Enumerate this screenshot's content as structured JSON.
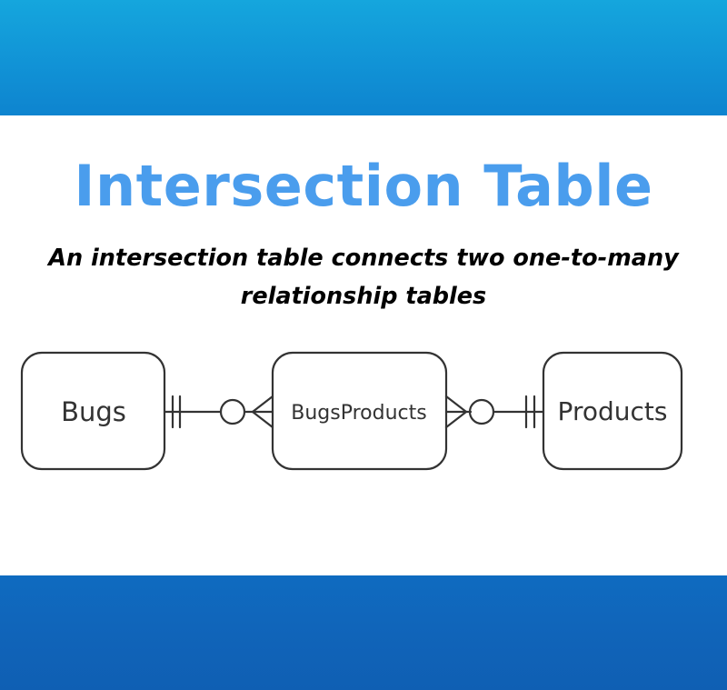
{
  "title": "Intersection Table",
  "subtitle_line1": "An intersection table connects two one-to-many",
  "subtitle_line2": "relationship tables",
  "diagram": {
    "entities": [
      {
        "label": "Bugs"
      },
      {
        "label": "BugsProducts"
      },
      {
        "label": "Products"
      }
    ],
    "relationships": [
      {
        "from": "Bugs",
        "to": "BugsProducts",
        "from_end": "one-and-only-one",
        "to_end": "zero-or-many"
      },
      {
        "from": "BugsProducts",
        "to": "Products",
        "from_end": "zero-or-many",
        "to_end": "one-and-only-one"
      }
    ]
  },
  "colors": {
    "title": "#4a9ded",
    "band_top": "#15a6dd",
    "band_bottom": "#0f63b8",
    "line": "#333333"
  }
}
